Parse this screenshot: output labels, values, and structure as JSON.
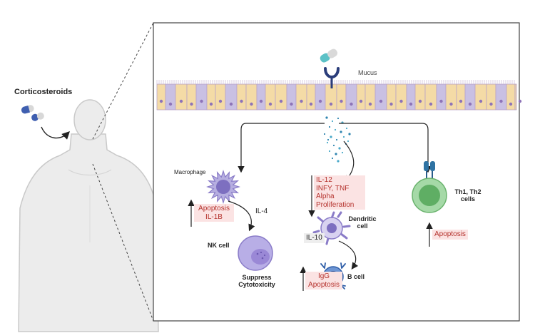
{
  "drug_label": "Corticosteroids",
  "mucus_label": "Mucus",
  "macrophage": {
    "name": "Macrophage",
    "effects": [
      "Apoptosis",
      "IL-1B"
    ],
    "cytokine": "IL-4"
  },
  "nk_cell": {
    "name": "NK cell",
    "effect": "Suppress\nCytotoxicity"
  },
  "dendritic_cell": {
    "name": "Dendritic\ncell",
    "effects": [
      "IL-12",
      "INFY, TNF",
      "Alpha",
      "Proliferation"
    ],
    "cytokine": "IL-10"
  },
  "b_cell": {
    "name": "B cell",
    "effects": [
      "IgG",
      "Apoptosis"
    ]
  },
  "t_cell": {
    "name": "Th1, Th2\ncells",
    "effect": "Apoptosis"
  },
  "colors": {
    "accent_red": "#b5332e",
    "cell_purple": "#8a7cc8",
    "b_cell_blue": "#2f5ea8",
    "t_cell_green": "#9fd6a2",
    "epithelium_tan": "#f4dba6",
    "epithelium_purple": "#c9c0e3"
  }
}
